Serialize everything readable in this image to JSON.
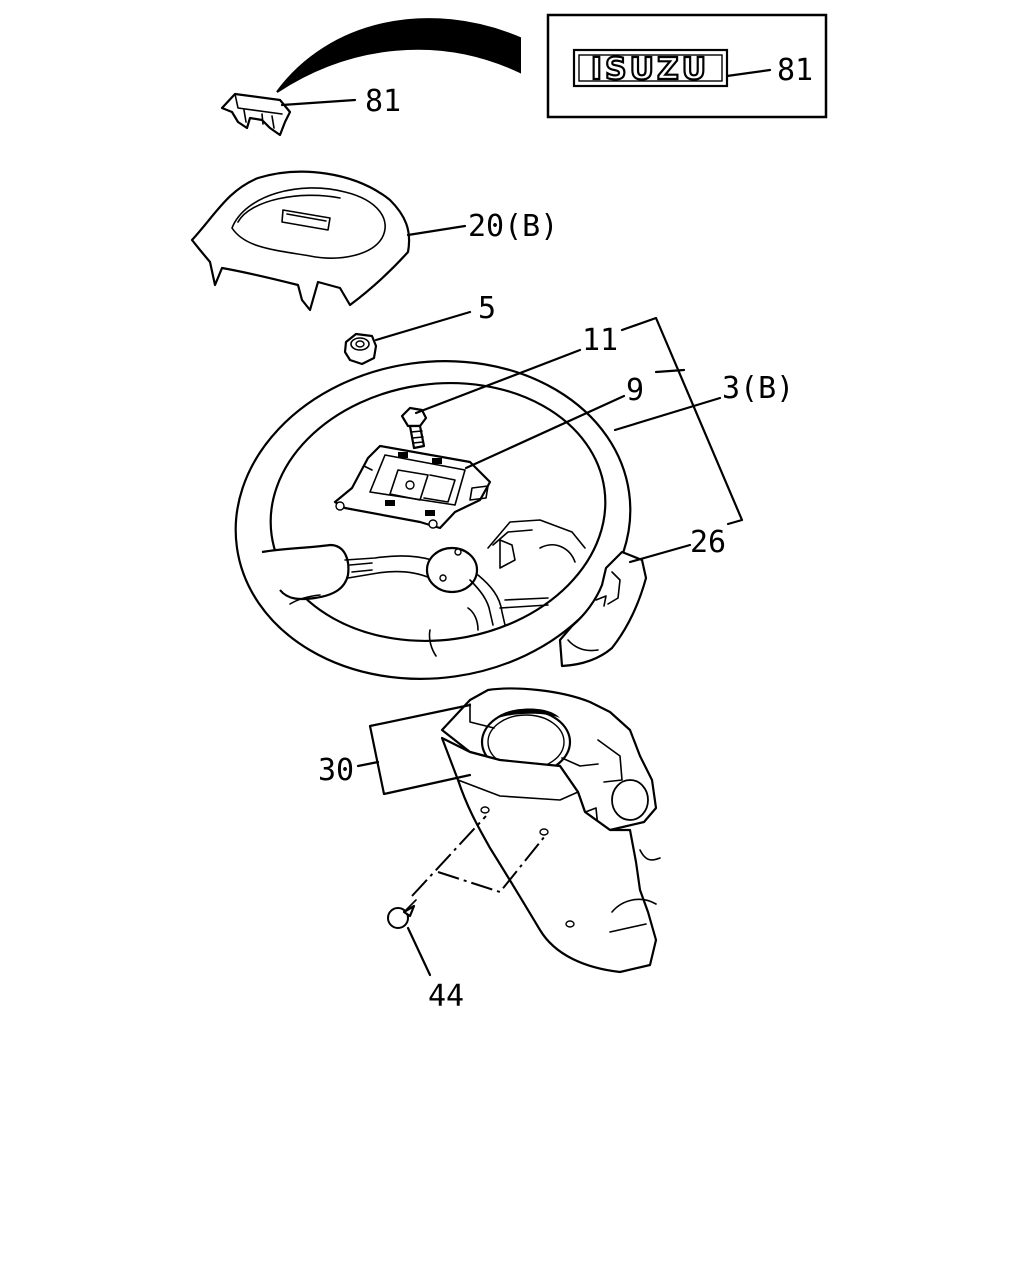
{
  "diagram": {
    "logo_text": "ISUZU",
    "callouts": {
      "c81a": "81",
      "c81b": "81",
      "c20": "20(B)",
      "c5": "5",
      "c11": "11",
      "c9": "9",
      "c3": "3(B)",
      "c26": "26",
      "c30": "30",
      "c44": "44"
    }
  }
}
